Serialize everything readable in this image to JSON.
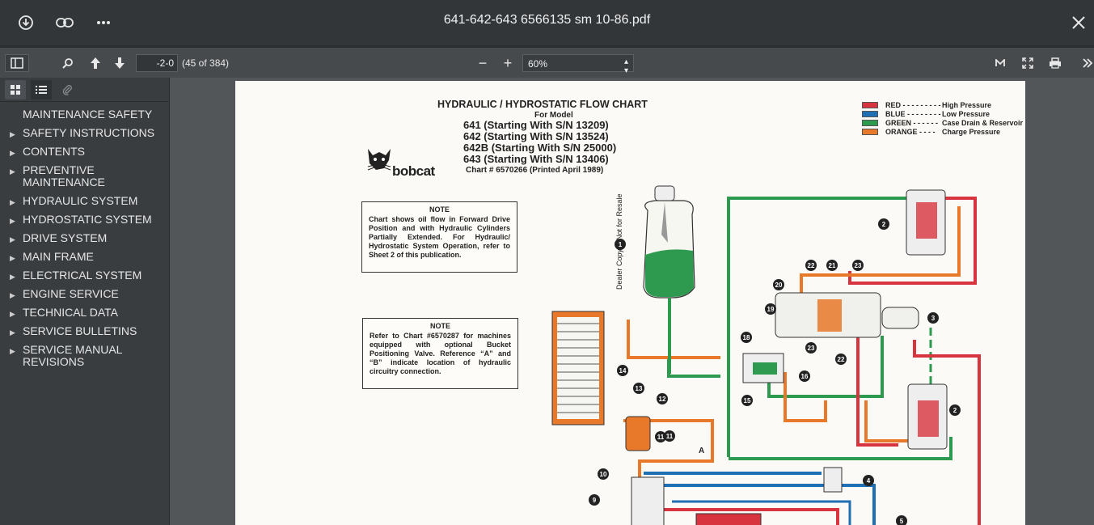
{
  "window": {
    "title": "641-642-643 6566135 sm 10-86.pdf",
    "icons": {
      "download": "download-icon",
      "link": "link-icon",
      "more": "more-icon",
      "close": "close-icon"
    }
  },
  "toolbar": {
    "page_value": "-2-0",
    "page_count": "(45 of 384)",
    "zoom": "60%",
    "zoom_out_label": "−",
    "zoom_in_label": "+"
  },
  "sidebar": {
    "outline": [
      {
        "label": "MAINTENANCE SAFETY",
        "expandable": false
      },
      {
        "label": "SAFETY INSTRUCTIONS",
        "expandable": true
      },
      {
        "label": "CONTENTS",
        "expandable": true
      },
      {
        "label": "PREVENTIVE MAINTENANCE",
        "expandable": true
      },
      {
        "label": "HYDRAULIC SYSTEM",
        "expandable": true
      },
      {
        "label": "HYDROSTATIC SYSTEM",
        "expandable": true
      },
      {
        "label": "DRIVE SYSTEM",
        "expandable": true
      },
      {
        "label": "MAIN FRAME",
        "expandable": true
      },
      {
        "label": "ELECTRICAL SYSTEM",
        "expandable": true
      },
      {
        "label": "ENGINE SERVICE",
        "expandable": true
      },
      {
        "label": "TECHNICAL DATA",
        "expandable": true
      },
      {
        "label": "SERVICE BULLETINS",
        "expandable": true
      },
      {
        "label": "SERVICE MANUAL REVISIONS",
        "expandable": true
      }
    ]
  },
  "document": {
    "heading": "HYDRAULIC / HYDROSTATIC FLOW CHART",
    "subheading": "For Model",
    "models": [
      "641 (Starting With S/N 13209)",
      "642 (Starting With S/N 13524)",
      "642B (Starting With S/N 25000)",
      "643 (Starting With S/N 13406)"
    ],
    "chart_number": "Chart # 6570266 (Printed April 1989)",
    "brand": "bobcat",
    "legend": [
      {
        "color_name": "RED",
        "dashes": "- - - - - - - - -",
        "meaning": "High Pressure",
        "color": "#d8343f"
      },
      {
        "color_name": "BLUE",
        "dashes": "- - - - - - - -",
        "meaning": "Low Pressure",
        "color": "#1f6fb5"
      },
      {
        "color_name": "GREEN",
        "dashes": "- - - - - -",
        "meaning": "Case Drain & Reservoir",
        "color": "#2e9a4f"
      },
      {
        "color_name": "ORANGE",
        "dashes": "- - - -",
        "meaning": "Charge Pressure",
        "color": "#e8782a"
      }
    ],
    "note1": {
      "heading": "NOTE",
      "body": "Chart shows oil flow in Forward Drive Position and with Hydraulic Cylinders Partially Extended. For Hydraulic/ Hydrostatic System Operation, refer to Sheet 2 of this publication."
    },
    "note2": {
      "heading": "NOTE",
      "body": "Refer to Chart #6570287 for machines equipped with optional Bucket Positioning Valve. Reference “A” and “B” indicate location of hydraulic circuitry connection."
    },
    "watermark": "Dealer Copy -- Not for Resale",
    "callouts": [
      "1",
      "2",
      "2",
      "3",
      "4",
      "5",
      "9",
      "10",
      "11",
      "11",
      "12",
      "13",
      "14",
      "15",
      "16",
      "18",
      "19",
      "20",
      "21",
      "22",
      "22",
      "23",
      "23"
    ],
    "ref_a": "A"
  }
}
